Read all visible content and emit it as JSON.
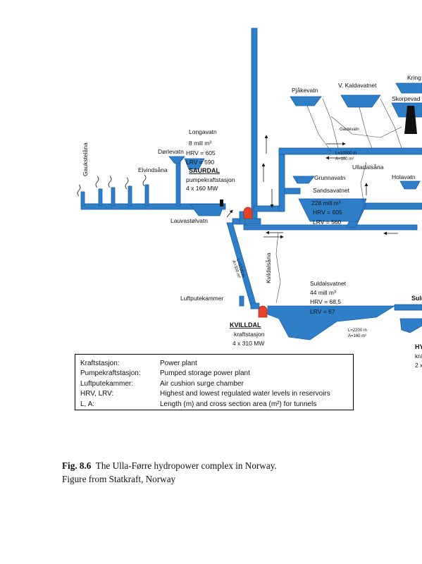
{
  "labels": {
    "gaukstelana": "Gaukstelåna",
    "eivindsana": "Eivindsåna",
    "dorlevatn": "Dørlevatn",
    "longavatn": "Longavatn",
    "longavatn_vol": "8 mill m³",
    "longavatn_hrv": "HRV = 605",
    "longavatn_lrv": "LRV = 590",
    "saurdal": "SAURDAL",
    "saurdal_type": "pumpekraftstasjon",
    "saurdal_cap": "4 x 160 MW",
    "lauvastolvatn": "Lauvastølvatn",
    "pjakevatn": "Pjåkevatn",
    "kaldavatnet": "V. Kaldavatnet",
    "kring": "Kring",
    "skorpevad": "Skorpevad",
    "gautevatn": "Gautevatn",
    "tunnel1_l": "L=10500 m",
    "tunnel1_a": "A=100 m²",
    "ulladalsana": "Ulladalsåna",
    "grunnavatn": "Grunnavatn",
    "holavatn": "Holavatn",
    "sandsavatnet": "Sandsavatnet",
    "sandsa_vol": "228 mill m³",
    "sandsa_hrv": "HRV = 605",
    "sandsa_lrv": "LRV = 560",
    "kvildalsana": "Kvildalsåna",
    "tunnel2_l": "L=5700 m",
    "tunnel2_a": "A=300 m²",
    "luftputekammer": "Luftputekammer",
    "suldalsvatnet": "Suldalsvatnet",
    "suldal_vol": "44 mill m³",
    "suldal_hrv": "HRV = 68,5",
    "suldal_lrv": "LRV = 67",
    "kvilldal": "KVILLDAL",
    "kvilldal_type": "kraftstasjon",
    "kvilldal_cap": "4 x 310 MW",
    "tunnel3_l": "L=2200 m",
    "tunnel3_a": "A=160 m²",
    "suld_cut": "Suld",
    "hy_cut": "HY",
    "kra_cut": "kra",
    "two_cut": "2 x"
  },
  "colors": {
    "water": "#2f7fc8",
    "water_dark": "#1b5fa6",
    "station": "#e5432a"
  },
  "legend": [
    {
      "term": "Kraftstasjon:",
      "def": "Power plant"
    },
    {
      "term": "Pumpekraftstasjon:",
      "def": "Pumped  storage power plant"
    },
    {
      "term": "Luftputekammer:",
      "def": "Air cushion surge chamber"
    },
    {
      "term": "HRV, LRV:",
      "def": "Highest and lowest regulated water levels in reservoirs"
    },
    {
      "term": "L, A:",
      "def": "Length (m) and cross section area (m²) for tunnels"
    }
  ],
  "caption": {
    "fig": "Fig. 8.6",
    "text": "The Ulla-Førre hydropower complex in Norway.",
    "line2": "Figure from Statkraft, Norway"
  }
}
